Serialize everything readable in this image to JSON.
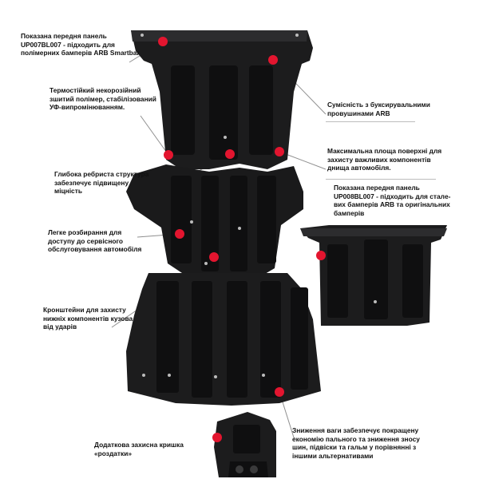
{
  "labels": {
    "front_panel_smartbar": "Показана передня панель\nUP007BL007  - підходить для\nполімерних бамперів ARB Smartbar",
    "polymer": "Термостійкий некорозійний\nзшитий полімер, стабілізований\nУФ-випромінюванням.",
    "towing": "Сумісність з буксирувальними\nпровушинами ARB",
    "max_area": "Максимальна площа поверхні для\nзахисту важливих компонентів\nднища автомобіля.",
    "ribbed": "Глибока ребриста структура\nзабезпечує підвищену\nміцність",
    "front_panel_steel": "Показана передня панель\nUP008BL007  - підходить для сталe-\nвих бамперів ARB та оригінальних\nбамперів",
    "disassembly": "Легке розбирання для\nдоступу до сервісного\nобслуговування автомобіля",
    "brackets": "Кронштейни для захисту\nнижніх компонентів кузова\nвід ударів",
    "transfer_cover": "Додаткова захисна кришка\n«роздатки»",
    "weight": "Зниження ваги забезпечує покращену\nекономію пального та зниження зносу\nшин, підвіски та гальм у порівнянні з\nіншими альтернативами"
  },
  "colors": {
    "accent": "#e3152f",
    "plate": "#1c1c1d",
    "plate_shade": "#0f0f10",
    "plate_light": "#2c2c2e",
    "leader": "#8f8f8f"
  }
}
